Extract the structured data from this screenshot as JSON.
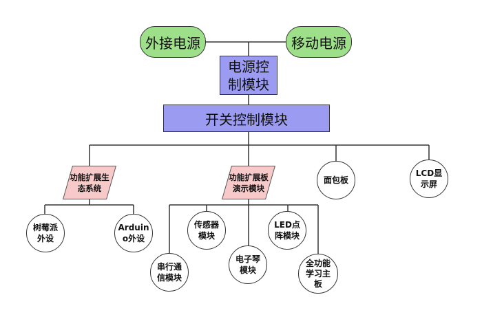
{
  "nodes": {
    "external_power": "外接电源",
    "mobile_power": "移动电源",
    "power_control": "电源控\n制模块",
    "switch_control": "开关控制模块",
    "ext_ecosystem": "功能扩展生\n态系统",
    "ext_board_demo": "功能扩展板\n演示模块",
    "panel": "面包板",
    "lcd": "LCD显\n示屏",
    "raspberry": "树莓派\n外设",
    "arduino": "Arduin\no外设",
    "serial": "串行通\n信模块",
    "sensor": "传感器\n模块",
    "piano": "电子琴\n模块",
    "led_matrix": "LED点\n阵模块",
    "full_board": "全功能\n学习主\n板"
  },
  "colors": {
    "power_source_fill": "#9ee089",
    "module_fill": "#9b9bf2",
    "extension_fill": "#f7c9c9",
    "leaf_fill": "#ffffff",
    "line": "#333333"
  }
}
